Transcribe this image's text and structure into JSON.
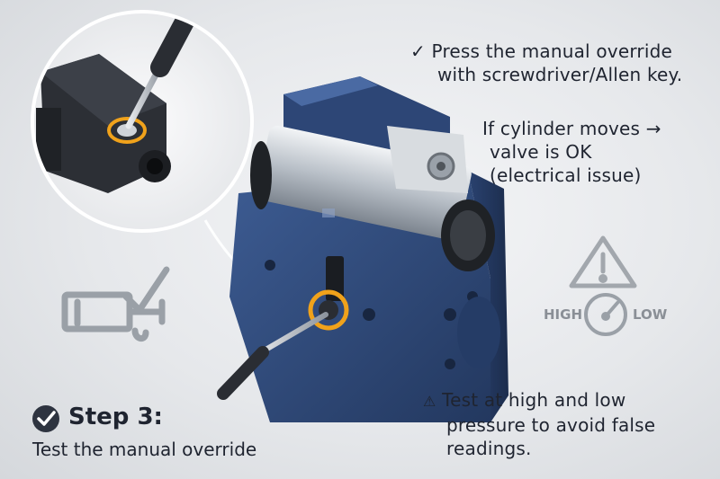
{
  "instructions": {
    "check_glyph": "✓",
    "line1a": "Press the manual override",
    "line1b": "with screwdriver/Allen key.",
    "line2a": "If cylinder moves →",
    "line2b": "valve is OK",
    "line2c": "(electrical issue)"
  },
  "warning": {
    "icon": "warning-triangle-icon",
    "line1": "Test at high and low",
    "line2": "pressure to avoid false",
    "line3": "readings."
  },
  "step": {
    "title": "Step 3:",
    "subtitle": "Test the manual override"
  },
  "gauge": {
    "high_label": "HIGH",
    "low_label": "LOW"
  },
  "colors": {
    "valve_blue": "#2f4a7c",
    "highlight_orange": "#f0a21b",
    "icon_gray": "#9aa0a7"
  }
}
